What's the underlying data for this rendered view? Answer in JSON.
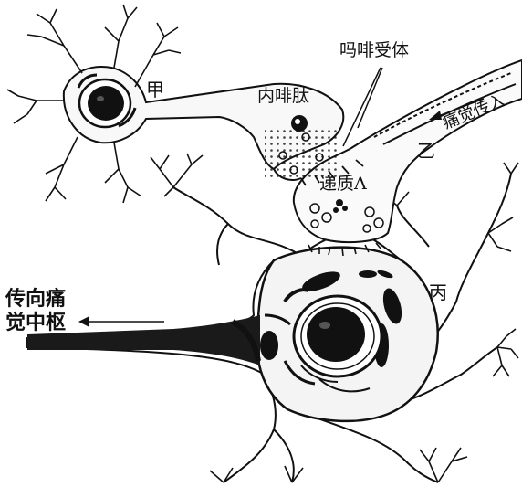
{
  "labels": {
    "morphine_receptor": "吗啡受体",
    "neuron_a": "甲",
    "enkephalin": "内啡肽",
    "neuron_b": "乙",
    "pain_input": "痛觉传入",
    "substance_p": "递质A",
    "neuron_c": "丙",
    "to_center_line1": "传向痛",
    "to_center_line2": "觉中枢"
  }
}
